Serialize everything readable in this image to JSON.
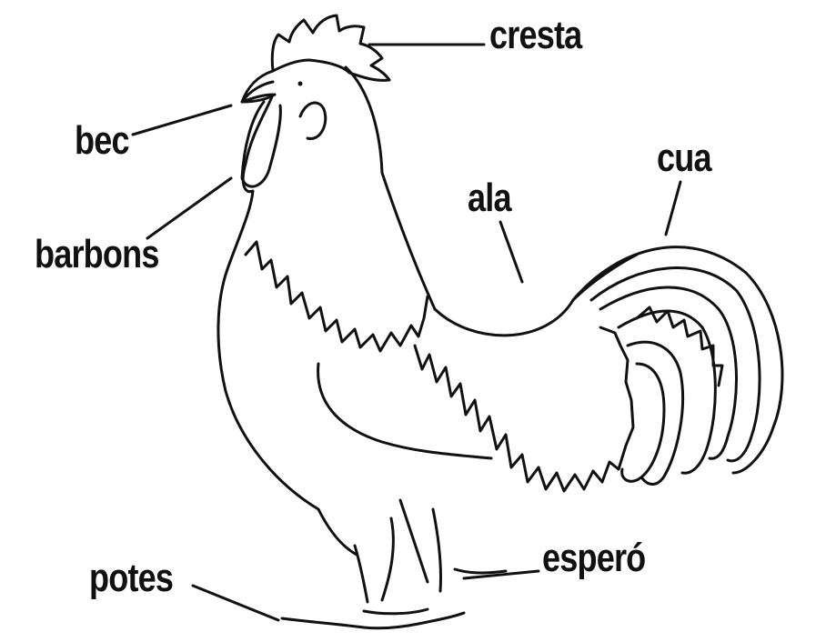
{
  "labels": {
    "cresta": "cresta",
    "bec": "bec",
    "barbons": "barbons",
    "ala": "ala",
    "cua": "cua",
    "potes": "potes",
    "espero": "esperó"
  },
  "colors": {
    "ink": "#111111",
    "background": "#ffffff"
  }
}
